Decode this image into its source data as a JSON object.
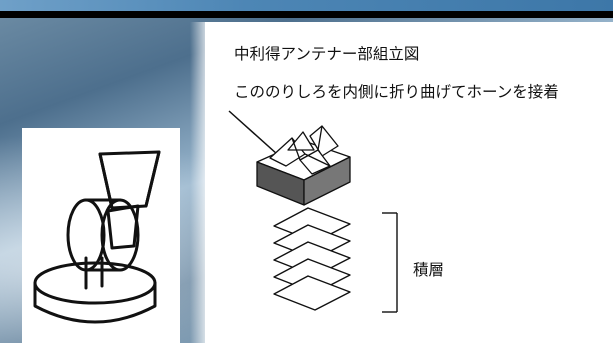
{
  "title": "中利得アンテナー部組立図",
  "instruction": "こののりしろを内側に折り曲げてホーンを接着",
  "stack_label": "積層"
}
